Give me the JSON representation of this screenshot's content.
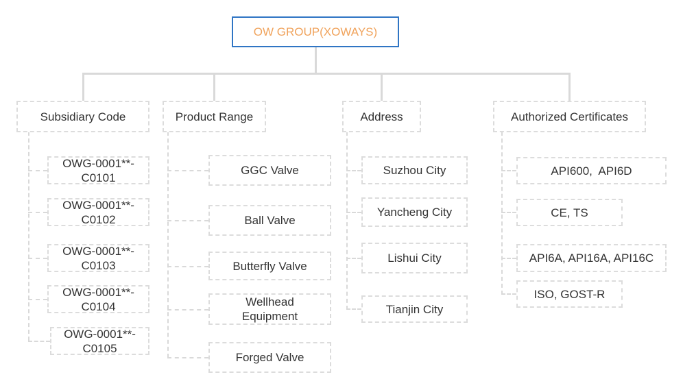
{
  "root": {
    "title": "OW GROUP(XOWAYS)"
  },
  "categories": [
    {
      "label": "Subsidiary Code",
      "items": [
        "OWG-0001**-C0101",
        "OWG-0001**-C0102",
        "OWG-0001**-C0103",
        "OWG-0001**-C0104",
        "OWG-0001**-C0105"
      ]
    },
    {
      "label": "Product Range",
      "items": [
        "GGC Valve",
        "Ball Valve",
        "Butterfly Valve",
        "Wellhead Equipment",
        "Forged Valve"
      ]
    },
    {
      "label": "Address",
      "items": [
        "Suzhou City",
        "Yancheng City",
        "Lishui City",
        "Tianjin City"
      ]
    },
    {
      "label": "Authorized Certificates",
      "items": [
        "API600,  API6D",
        "CE, TS",
        "API6A, API16A, API16C",
        "ISO, GOST-R"
      ]
    }
  ],
  "colors": {
    "root_border": "#2f75c4",
    "root_text": "#f0a35c",
    "connector": "#d9d9d9",
    "box_border": "#dcdcdc",
    "text": "#333333"
  }
}
